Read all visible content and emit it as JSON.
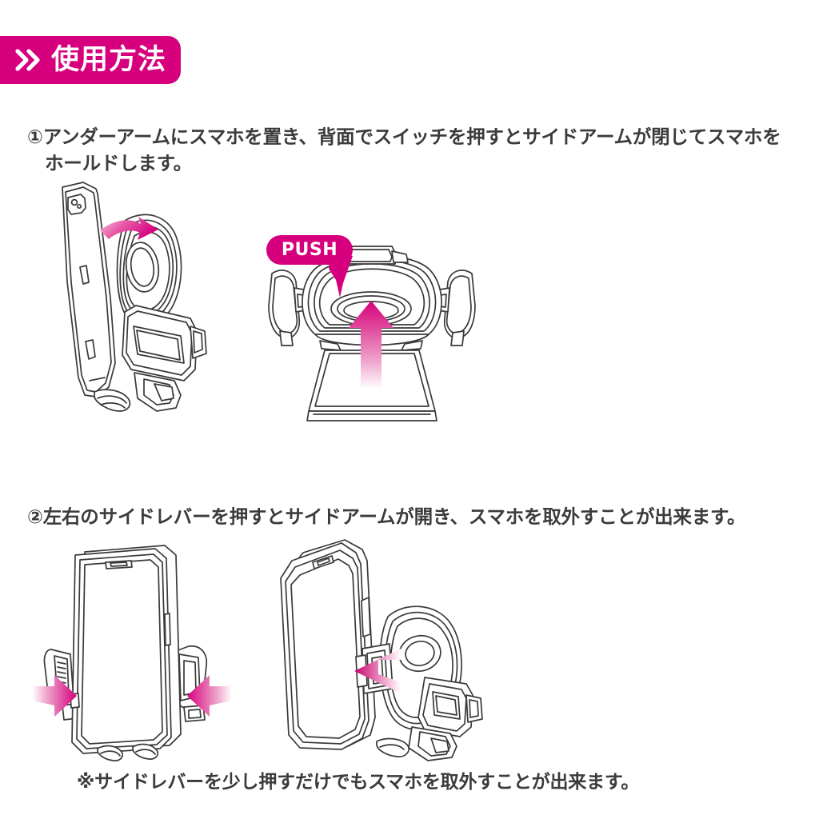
{
  "header": {
    "badge_title": "使用方法",
    "chevron_icon": "double-chevron-right-icon",
    "badge_color": "#d6007e",
    "badge_text_color": "#ffffff"
  },
  "steps": [
    {
      "number": "①",
      "line1": "①アンダーアームにスマホを置き、背面でスイッチを押すとサイドアームが閉じてスマホを",
      "line2": "ホールドします。",
      "illustrations": [
        {
          "name": "phone-side-view-placing",
          "description": "側面図：スマホをアンダーアームに置く",
          "annotation_icon": "curved-arrow-down-right-icon",
          "annotation_color": "#d6007e"
        },
        {
          "name": "holder-rear-view-push-switch",
          "description": "背面図：スイッチを押す",
          "callout_label": "PUSH",
          "annotation_icon": "arrow-up-icon",
          "annotation_color": "#d6007e"
        }
      ]
    },
    {
      "number": "②",
      "line1": "②左右のサイドレバーを押すとサイドアームが開き、スマホを取外すことが出来ます。",
      "line2": "",
      "illustrations": [
        {
          "name": "phone-front-view-side-levers",
          "description": "正面図：左右のサイドレバーを押す",
          "annotation_icon": "arrow-right-icon,arrow-left-icon",
          "annotation_color": "#d6007e"
        },
        {
          "name": "phone-removal-angled-view",
          "description": "斜視図：スマホを取外す",
          "annotation_icon": "arrow-left-icon",
          "annotation_color": "#d6007e"
        }
      ]
    }
  ],
  "footnote": "※サイドレバーを少し押すだけでもスマホを取外すことが出来ます。",
  "colors": {
    "magenta": "#d6007e",
    "line_art": "#3a3a3a",
    "background": "#ffffff",
    "text": "#3b3b3b"
  }
}
